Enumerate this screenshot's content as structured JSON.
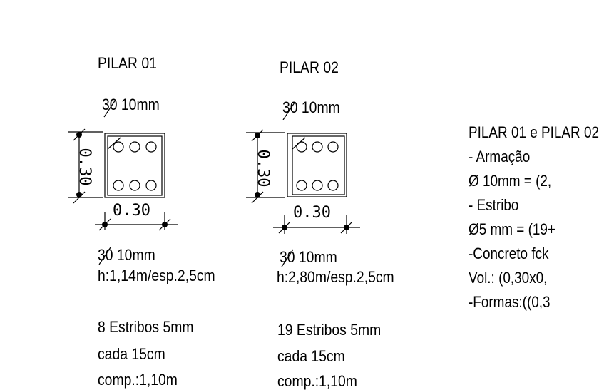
{
  "pilar01": {
    "title": "PILAR 01",
    "top_bars": "30 10mm",
    "height_dim": "0.30",
    "width_dim": "0.30",
    "bottom_bars": "30 10mm",
    "spec": "h:1,14m/esp.2,5cm",
    "stirrups": "8 Estribos 5mm",
    "spacing": "cada 15cm",
    "length": "comp.:1,10m"
  },
  "pilar02": {
    "title": "PILAR 02",
    "top_bars": "30 10mm",
    "height_dim": "0.30",
    "width_dim": "0.30",
    "bottom_bars": "30 10mm",
    "spec": "h:2,80m/esp.2,5cm",
    "stirrups": "19 Estribos 5mm",
    "spacing": "cada 15cm",
    "length": "comp.:1,10m"
  },
  "notes": {
    "line1": "PILAR 01 e PILAR 02",
    "line2": "- Armação",
    "line3": "Ø 10mm = (2,",
    "line4": "- Estribo",
    "line5": "Ø5 mm = (19+",
    "line6": "-Concreto fck",
    "line7": " Vol.: (0,30x0,",
    "line8": "-Formas:((0,3"
  }
}
